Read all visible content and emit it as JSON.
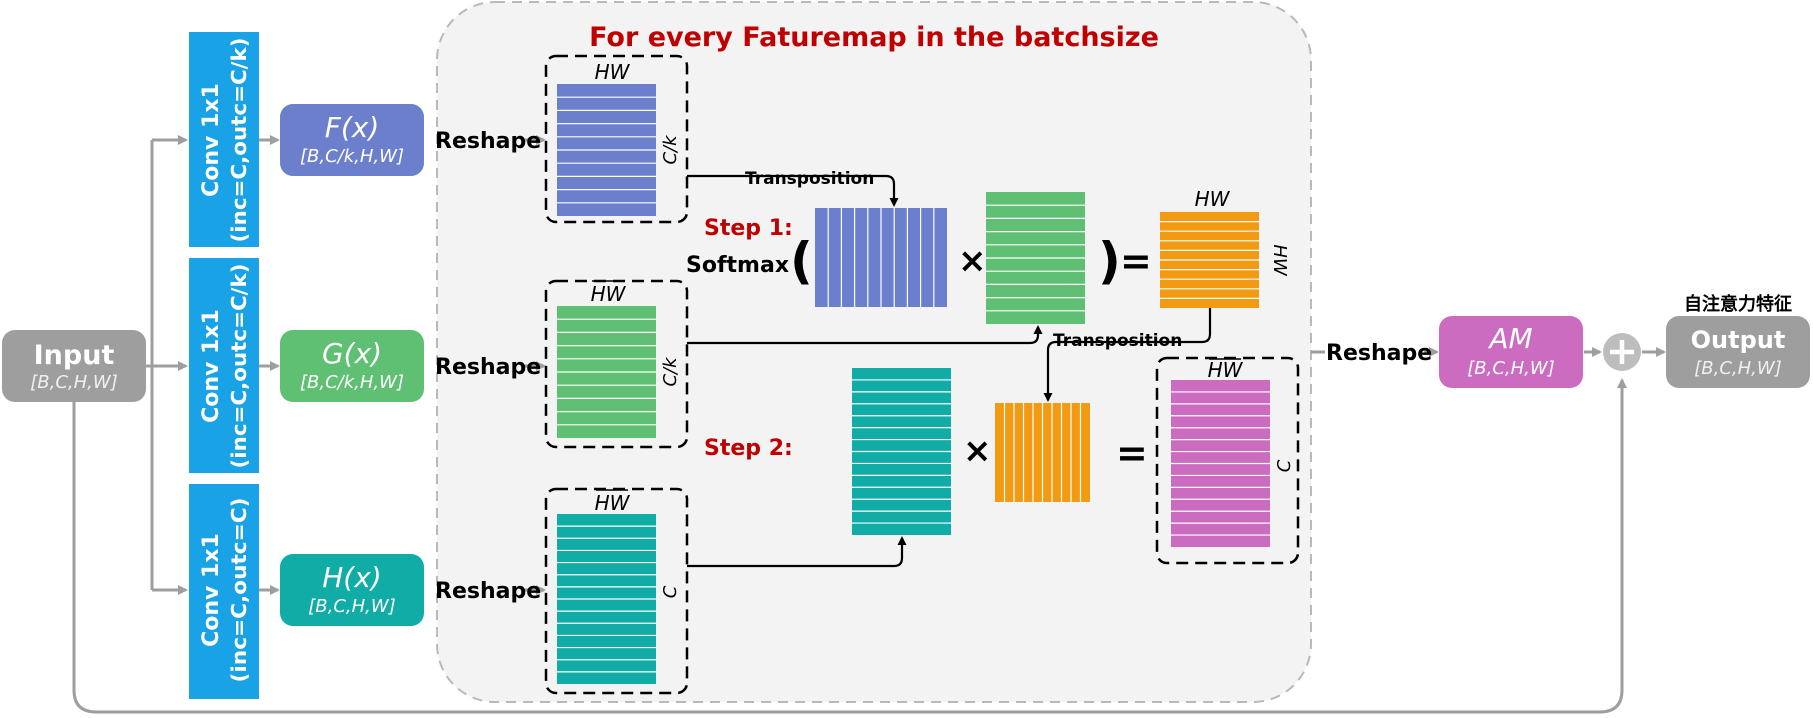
{
  "title": "For every Faturemap in the batchsize",
  "input": {
    "label": "Input",
    "shape": "[B,C,H,W]"
  },
  "conv_f": {
    "label": "Conv 1x1",
    "params": "(inc=C,outc=C/k)"
  },
  "conv_g": {
    "label": "Conv 1x1",
    "params": "(inc=C,outc=C/k)"
  },
  "conv_h": {
    "label": "Conv 1x1",
    "params": "(inc=C,outc=C)"
  },
  "f_box": {
    "label": "F(x)",
    "shape": "[B,C/k,H,W]"
  },
  "g_box": {
    "label": "G(x)",
    "shape": "[B,C/k,H,W]"
  },
  "h_box": {
    "label": "H(x)",
    "shape": "[B,C,H,W]"
  },
  "reshape_label": "Reshape",
  "matrix_labels": {
    "f_top": "HW",
    "f_side": "C/k",
    "g_top": "HW",
    "g_side": "C/k",
    "h_top": "HW",
    "h_side": "C",
    "attn_top": "HW",
    "attn_side": "HW",
    "result_top": "HW",
    "result_side": "C"
  },
  "transposition_label_1": "Transposition",
  "transposition_label_2": "Transposition",
  "step1": "Step 1:",
  "step2": "Step 2:",
  "softmax": "Softmax",
  "op_open_paren": "(",
  "op_close_paren": ")",
  "op_times": "×",
  "op_equals": "=",
  "am_box": {
    "label": "AM",
    "shape": "[B,C,H,W]"
  },
  "output_box": {
    "label": "Output",
    "shape": "[B,C,H,W]"
  },
  "chinese_label": "自注意力特征",
  "colors": {
    "blue": "#6b7fcc",
    "green": "#5fbf72",
    "teal": "#12aca6",
    "orange": "#f29a12",
    "magenta": "#cc6cc0",
    "gray": "#9e9e9e",
    "conv": "#1aa2e6",
    "title_red": "#c00000"
  }
}
